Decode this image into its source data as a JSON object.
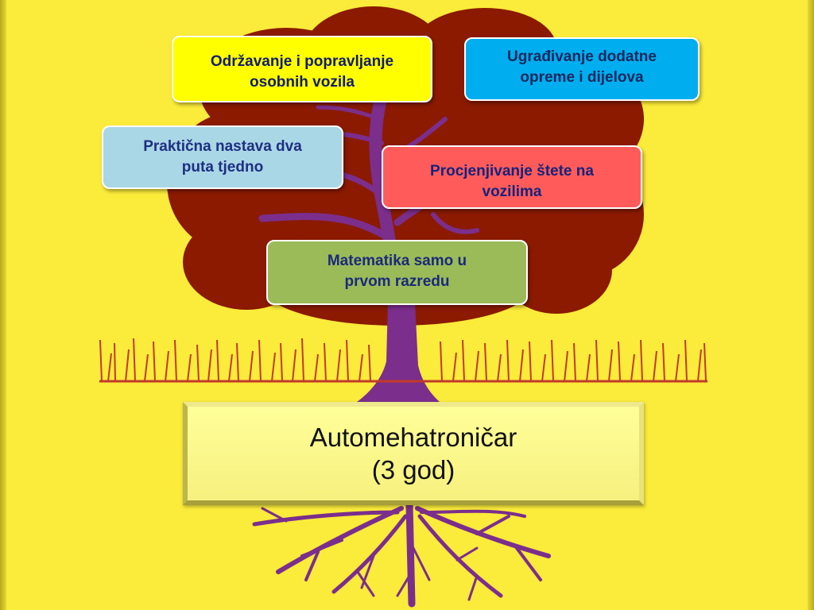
{
  "boxes": {
    "odrzavanje": {
      "line1": "Održavanje i popravljanje",
      "line2": "osobnih vozila"
    },
    "ugradivanje": {
      "line1": "Ugrađivanje dodatne",
      "line2": "opreme i dijelova"
    },
    "prakticna": {
      "line1": "Praktična nastava dva",
      "line2": "puta tjedno"
    },
    "procjenjivanje": {
      "line1": "Procjenjivanje štete na",
      "line2": "vozilima"
    },
    "matematika": {
      "line1": "Matematika samo u",
      "line2": "prvom razredu"
    }
  },
  "title": {
    "line1": "Automehatroničar",
    "line2": "(3 god)"
  },
  "colors": {
    "background": "#fbeb3a",
    "canopy": "#8b1a00",
    "trunk": "#7b2e8c",
    "grass": "#c23a2a",
    "box_yellow": "#ffff00",
    "box_blue": "#00aeef",
    "box_light_blue": "#a9d7e6",
    "box_red": "#ff5b5b",
    "box_green": "#9bbb59",
    "title_bar": "#ffff99"
  }
}
